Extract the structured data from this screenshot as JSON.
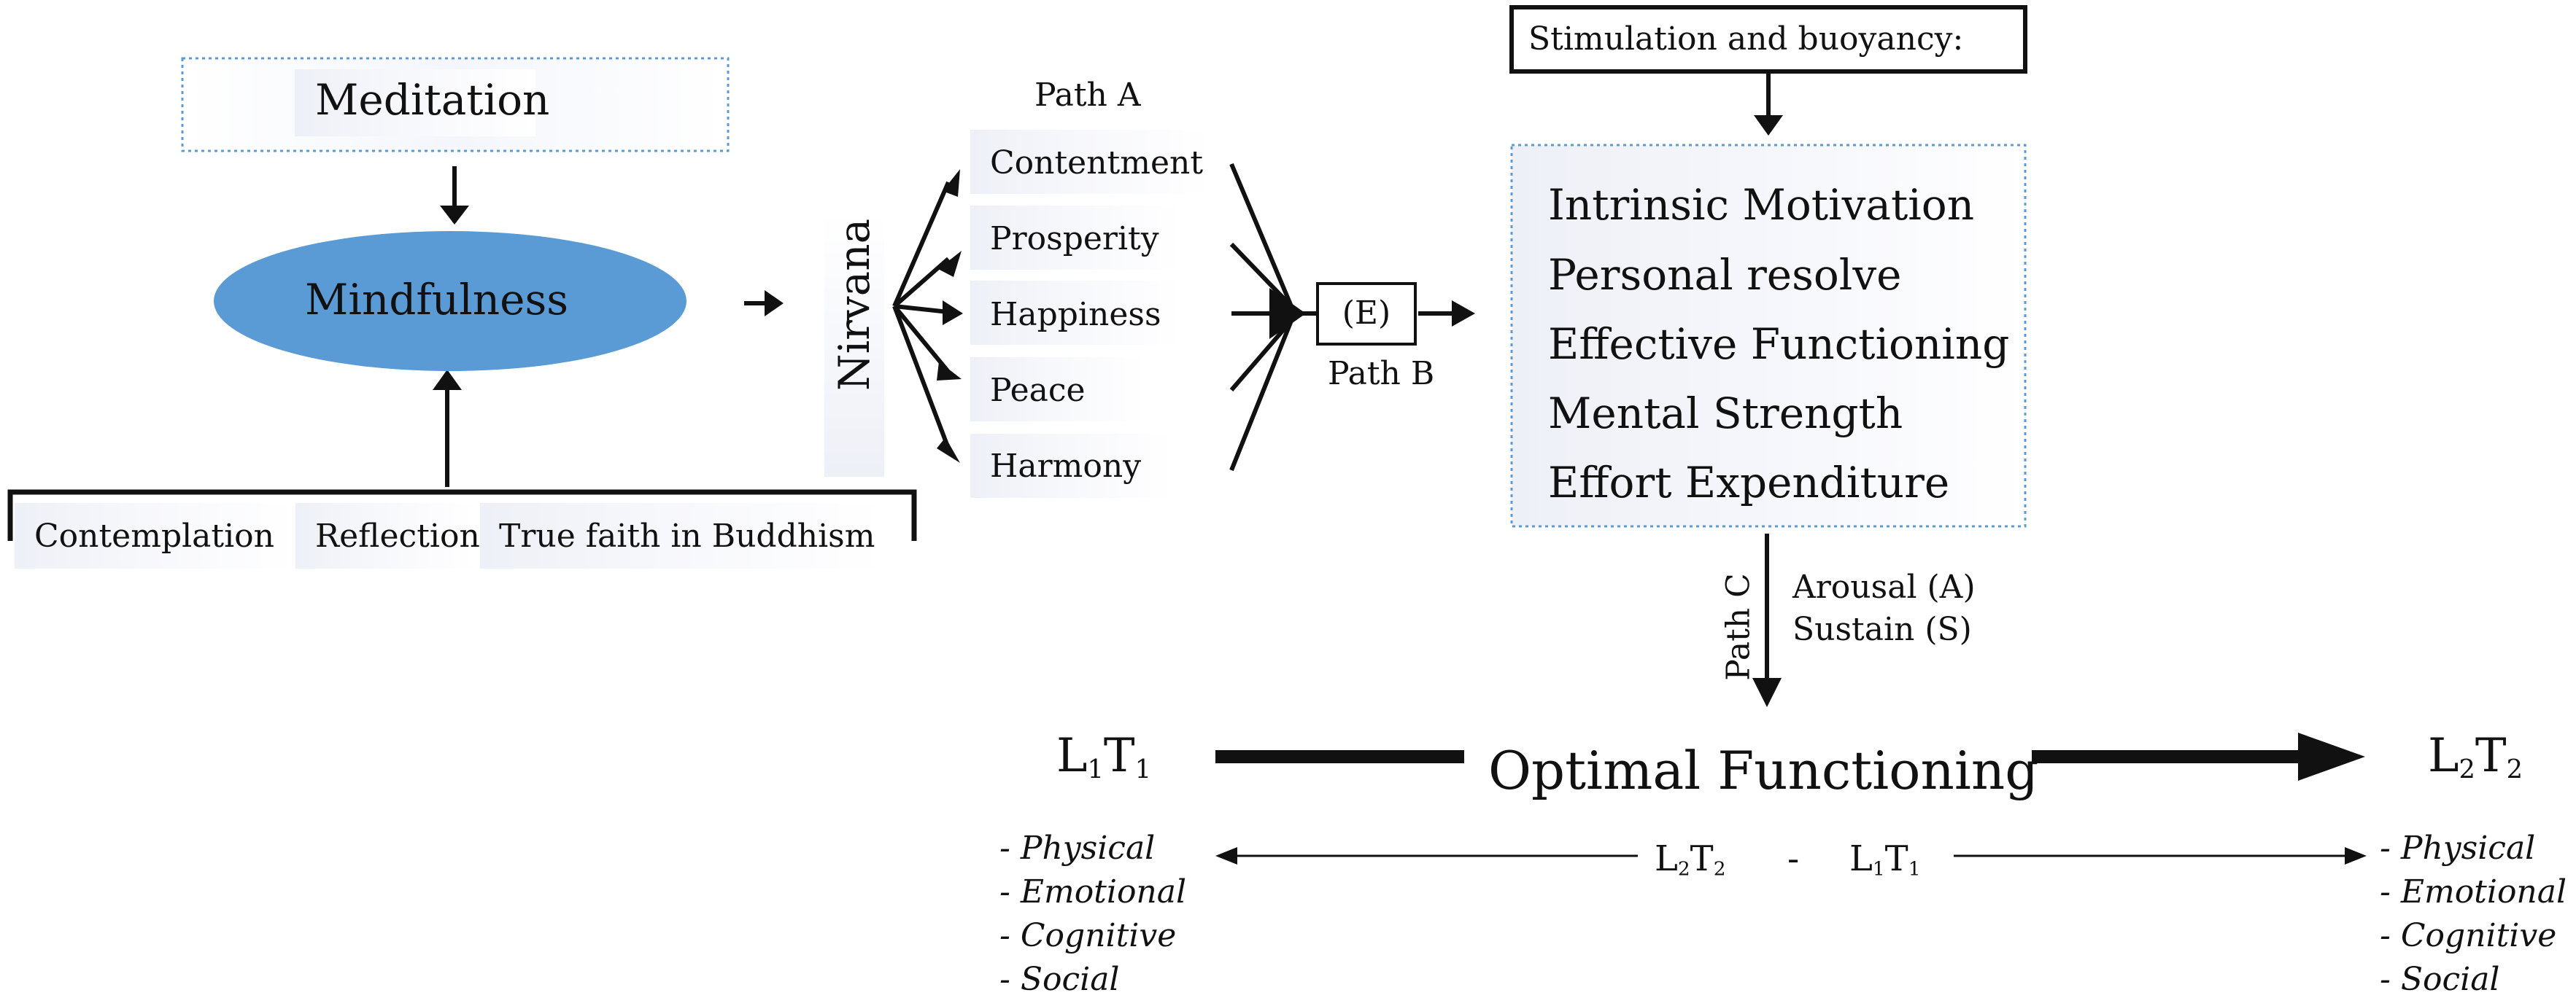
{
  "meditation": "Meditation",
  "mindfulness": "Mindfulness",
  "contemplation": "Contemplation",
  "reflection": "Reflection",
  "true_faith": "True faith in Buddhism",
  "nirvana": "Nirvana",
  "path_a": "Path A",
  "path_a_items": [
    "Contentment",
    "Prosperity",
    "Happiness",
    "Peace",
    "Harmony"
  ],
  "e_label": "(E)",
  "path_b": "Path B",
  "stimulation": "Stimulation and buoyancy:",
  "outcomes": [
    "Intrinsic Motivation",
    "Personal resolve",
    "Effective Functioning",
    "Mental Strength",
    "Effort Expenditure"
  ],
  "path_c": "Path C",
  "arousal": "Arousal (A)",
  "sustain": "Sustain (S)",
  "optimal": "Optimal Functioning",
  "l1t1": {
    "l": "L",
    "l_sub": "1",
    "t": "T",
    "t_sub": "1"
  },
  "l2t2": {
    "l": "L",
    "l_sub": "2",
    "t": "T",
    "t_sub": "2"
  },
  "difference": {
    "minus": "-"
  },
  "domains": [
    "- Physical",
    "- Emotional",
    "- Cognitive",
    "- Social"
  ]
}
